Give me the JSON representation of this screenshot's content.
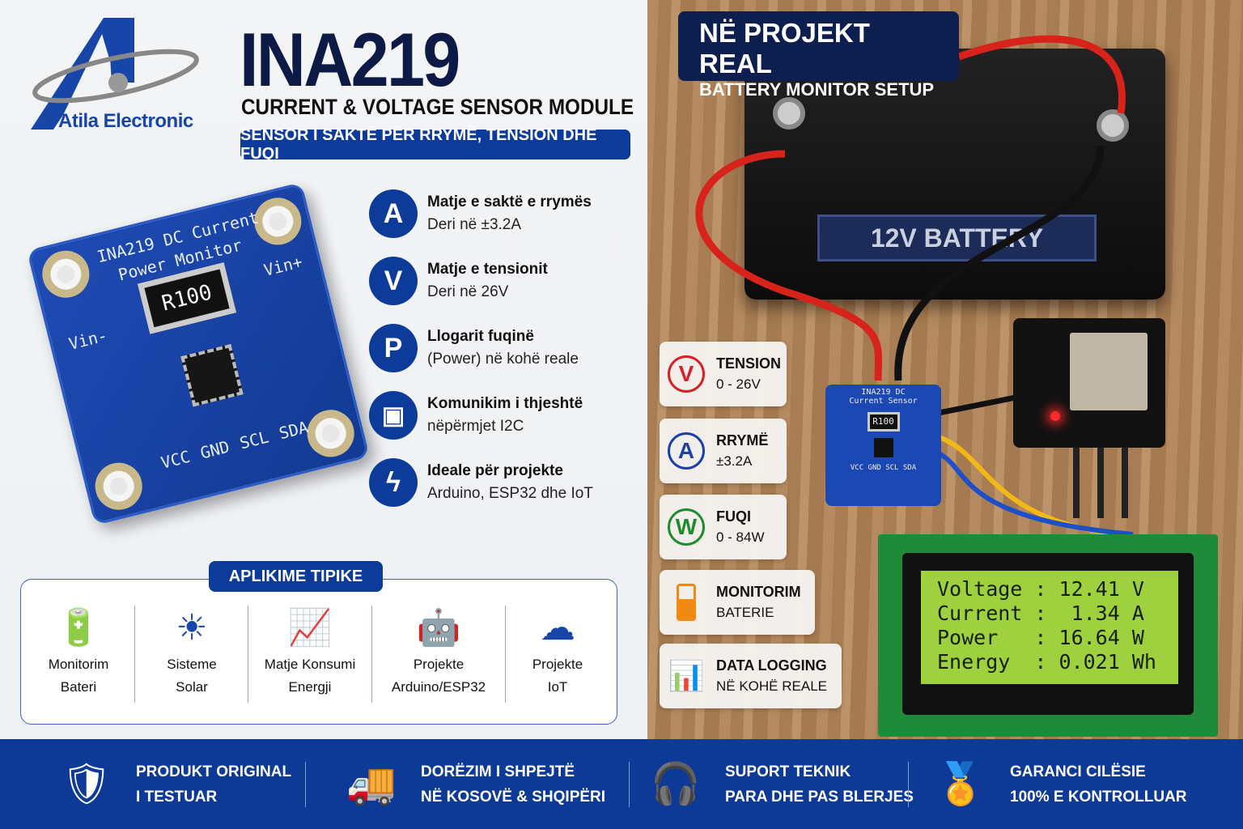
{
  "brand": {
    "name": "Atila Electronic"
  },
  "header": {
    "title": "INA219",
    "subtitle": "CURRENT & VOLTAGE SENSOR MODULE",
    "tagline": "SENSOR I SAKTË PËR RRYMË, TENSION DHE FUQI"
  },
  "pcb": {
    "label1": "INA219 DC Current",
    "label2": "Power Monitor",
    "vin_minus": "Vin-",
    "vin_plus": "Vin+",
    "resistor": "R100",
    "pins": [
      "VCC",
      "GND",
      "SCL",
      "SDA"
    ]
  },
  "features": [
    {
      "icon": "A",
      "title": "Matje e saktë e rrymës",
      "desc": "Deri në ±3.2A"
    },
    {
      "icon": "V",
      "title": "Matje e tensionit",
      "desc": "Deri në 26V"
    },
    {
      "icon": "P",
      "title": "Llogarit fuqinë",
      "desc": "(Power) në kohë reale"
    },
    {
      "icon": "chip-icon",
      "title": "Komunikim i thjeshtë",
      "desc": "nëpërmjet I2C"
    },
    {
      "icon": "lightning-icon",
      "title": "Ideale për projekte",
      "desc": "Arduino, ESP32 dhe IoT"
    }
  ],
  "applications": {
    "label": "APLIKIME TIPIKE",
    "items": [
      {
        "icon": "battery-icon",
        "l1": "Monitorim",
        "l2": "Bateri"
      },
      {
        "icon": "solar-icon",
        "l1": "Sisteme",
        "l2": "Solar"
      },
      {
        "icon": "chart-icon",
        "l1": "Matje Konsumi",
        "l2": "Energji"
      },
      {
        "icon": "robot-icon",
        "l1": "Projekte",
        "l2": "Arduino/ESP32"
      },
      {
        "icon": "cloud-wifi-icon",
        "l1": "Projekte",
        "l2": "IoT"
      }
    ]
  },
  "real_project": {
    "title": "NË PROJEKT REAL",
    "subtitle": "BATTERY MONITOR SETUP",
    "battery_label": "12V BATTERY",
    "module_label1": "INA219 DC",
    "module_label2": "Current Sensor",
    "module_resistor": "R100",
    "module_pins": "VCC GND SCL SDA"
  },
  "badges": [
    {
      "icon": "V",
      "title": "TENSION",
      "value": "0 - 26V",
      "color": "#d81f26"
    },
    {
      "icon": "A",
      "title": "RRYMË",
      "value": "±3.2A",
      "color": "#1c3fa8"
    },
    {
      "icon": "W",
      "title": "FUQI",
      "value": "0 - 84W",
      "color": "#1f8a2e"
    },
    {
      "icon": "battery-icon",
      "title": "MONITORIM",
      "value": "BATERIE",
      "color": "#f08a10"
    },
    {
      "icon": "chart-icon",
      "title": "DATA LOGGING",
      "value": "NË KOHË REALE",
      "color": "#7a3fd0"
    }
  ],
  "lcd": {
    "lines": [
      "Voltage : 12.41 V",
      "Current :  1.34 A",
      "Power   : 16.64 W",
      "Energy  : 0.021 Wh"
    ]
  },
  "footer": [
    {
      "icon": "shield-check-icon",
      "l1": "PRODUKT ORIGINAL",
      "l2": "I TESTUAR"
    },
    {
      "icon": "truck-icon",
      "l1": "DORËZIM I SHPEJTË",
      "l2": "NË KOSOVË & SHQIPËRI"
    },
    {
      "icon": "headset-icon",
      "l1": "SUPORT TEKNIK",
      "l2": "PARA DHE PAS BLERJES"
    },
    {
      "icon": "quality-badge-icon",
      "l1": "GARANCI CILËSIE",
      "l2": "100% E KONTROLLUAR"
    }
  ]
}
